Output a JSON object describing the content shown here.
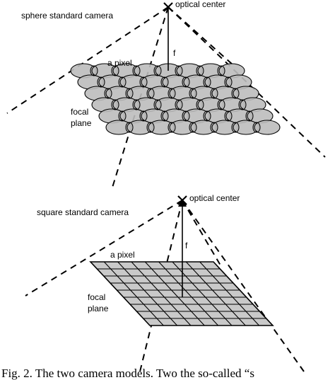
{
  "top": {
    "title": "sphere standard camera",
    "optical_center": "optical center",
    "pixel_label": "a pixel",
    "focal_length": "f",
    "focal_plane": [
      "focal",
      "plane"
    ]
  },
  "bottom": {
    "title": "square standard camera",
    "optical_center": "optical center",
    "pixel_label": "a pixel",
    "focal_length": "f",
    "focal_plane": [
      "focal",
      "plane"
    ]
  },
  "caption": "Fig. 2.   The two camera models. Two the so-called “s"
}
